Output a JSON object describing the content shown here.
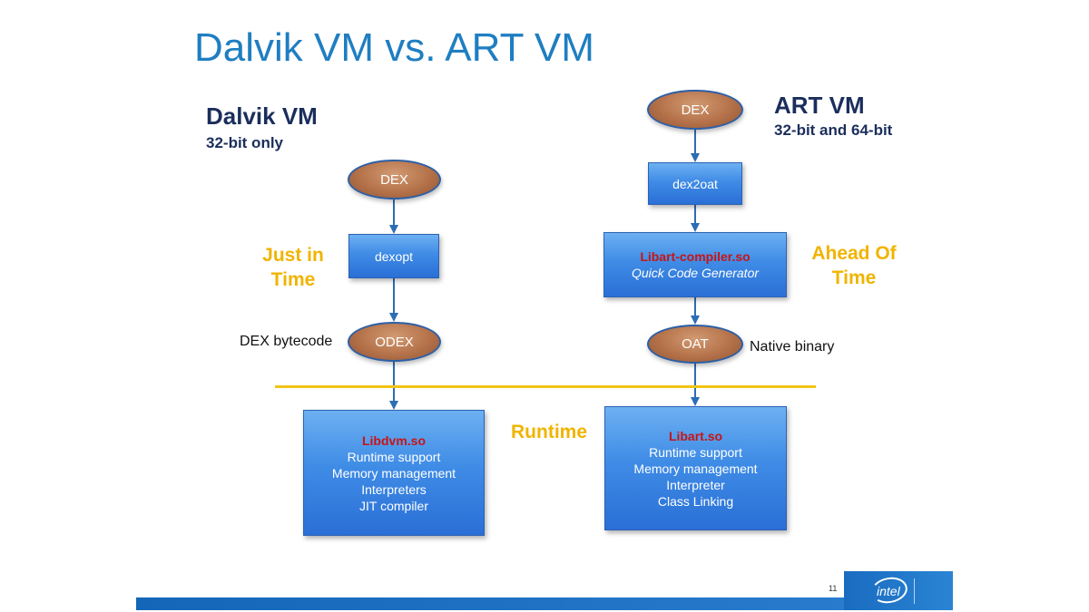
{
  "title": "Dalvik VM vs. ART VM",
  "dalvik": {
    "name": "Dalvik VM",
    "arch": "32-bit only",
    "dex": "DEX",
    "dexopt": "dexopt",
    "odex": "ODEX",
    "odex_note": "DEX bytecode",
    "runtime_box": {
      "lib": "Libdvm.so",
      "lines": [
        "Runtime support",
        "Memory management",
        "Interpreters",
        "JIT compiler"
      ]
    }
  },
  "art": {
    "name": "ART VM",
    "arch": "32-bit and 64-bit",
    "dex": "DEX",
    "dex2oat": "dex2oat",
    "compiler_lib": "Libart-compiler.so",
    "compiler_desc": "Quick Code Generator",
    "oat": "OAT",
    "oat_note": "Native binary",
    "runtime_box": {
      "lib": "Libart.so",
      "lines": [
        "Runtime support",
        "Memory management",
        "Interpreter",
        "Class Linking"
      ]
    }
  },
  "phases": {
    "jit_line1": "Just in",
    "jit_line2": "Time",
    "aot_line1": "Ahead Of",
    "aot_line2": "Time",
    "runtime": "Runtime"
  },
  "footer": {
    "page_number": "11",
    "logo_text": "intel"
  },
  "colors": {
    "title": "#1f7ec1",
    "heading": "#1b2e5c",
    "phase": "#f0b400",
    "box_blue": "#3f8ce6",
    "ellipse_brown": "#b5724a",
    "lib_red": "#c81414",
    "arrow": "#2d6db5",
    "divider": "#f2c414"
  }
}
